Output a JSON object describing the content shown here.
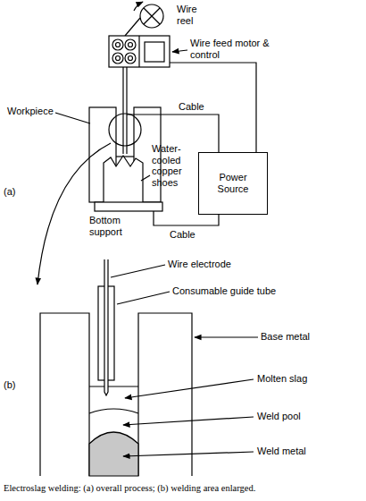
{
  "diagram": {
    "caption": "Electroslag welding: (a) overall process; (b) welding area enlarged.",
    "nodes": [
      {
        "text": [
          "Power Source"
        ]
      }
    ],
    "labels": [
      "Wire reel",
      "Wire feed motor & control",
      "Workpiece",
      "(a)",
      "Water-cooled copper shoes",
      "Cable",
      "Cable",
      "Bottom support",
      "Wire electrode",
      "Consumable guide tube",
      "Base metal",
      "(b)",
      "Molten slag",
      "Weld pool",
      "Weld metal"
    ]
  }
}
